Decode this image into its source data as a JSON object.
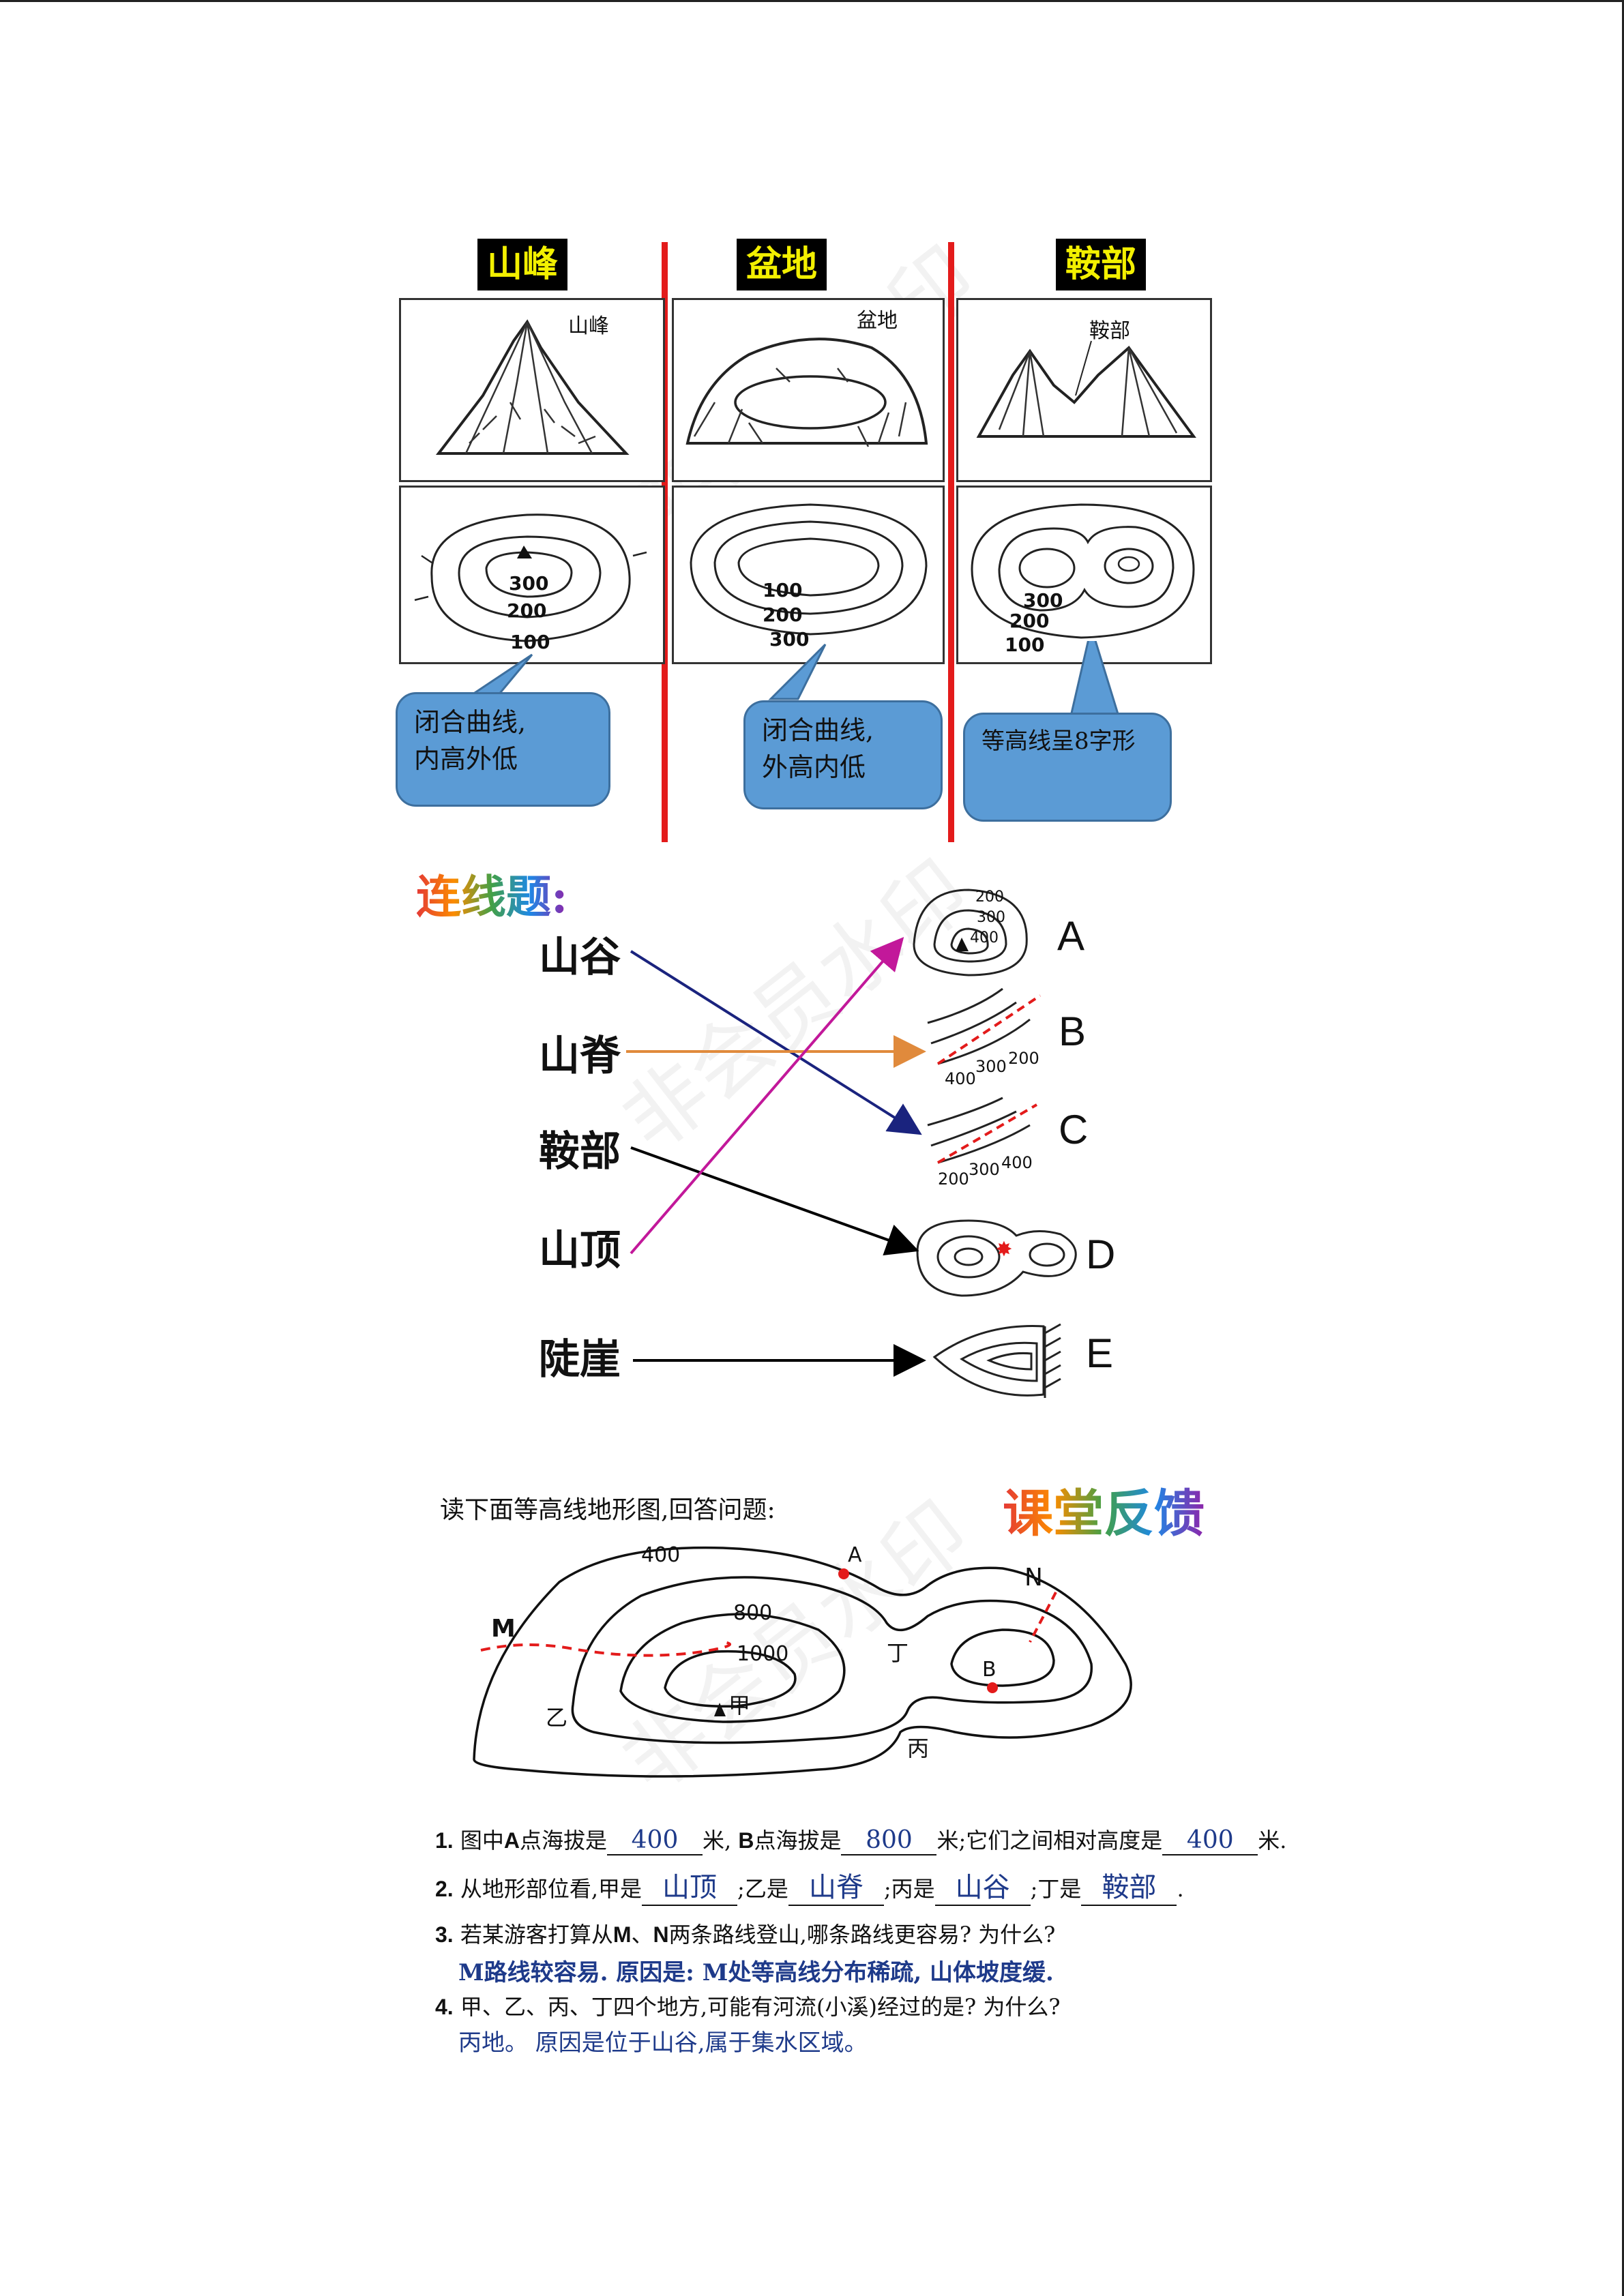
{
  "landforms": {
    "peak": {
      "tag": "山峰",
      "sketch_label": "山峰",
      "contours": [
        "300",
        "200",
        "100"
      ],
      "callout": [
        "闭合曲线,",
        "内高外低"
      ]
    },
    "basin": {
      "tag": "盆地",
      "sketch_label": "盆地",
      "contours": [
        "100",
        "200",
        "300"
      ],
      "callout": [
        "闭合曲线,",
        "外高内低"
      ]
    },
    "saddle": {
      "tag": "鞍部",
      "sketch_label": "鞍部",
      "contours": [
        "300",
        "200",
        "100"
      ],
      "callout": [
        "等高线呈8字形"
      ]
    }
  },
  "matching": {
    "title": "连线题:",
    "terms": [
      "山谷",
      "山脊",
      "鞍部",
      "山顶",
      "陡崖"
    ],
    "letters": [
      "A",
      "B",
      "C",
      "D",
      "E"
    ],
    "figA_labels": [
      "200",
      "300",
      "400"
    ],
    "figB_labels": [
      "400",
      "300",
      "200"
    ],
    "figC_labels": [
      "200",
      "300",
      "400"
    ],
    "colors": {
      "valley": "#1a237e",
      "ridge": "#e08a3c",
      "saddle": "#000000",
      "summit": "#c2189a",
      "cliff": "#000000"
    }
  },
  "feedback": {
    "intro": "读下面等高线地形图,回答问题:",
    "title": "课堂反馈",
    "map_labels": {
      "c400": "400",
      "c800": "800",
      "c1000": "1000",
      "A": "A",
      "B": "B",
      "M": "M",
      "N": "N",
      "jia": "甲",
      "yi": "乙",
      "bing": "丙",
      "ding": "丁"
    },
    "q1": {
      "num": "1.",
      "a": "图中",
      "b": "A",
      "c": "点海拔是",
      "ans1": "400",
      "d": "米,",
      "e": "B",
      "f": "点海拔是",
      "ans2": "800",
      "g": "米;它们之间相对高度是",
      "ans3": "400",
      "h": "米."
    },
    "q2": {
      "num": "2.",
      "a": "从地形部位看,甲是",
      "ans1": "山顶",
      "b": ";乙是",
      "ans2": "山脊",
      "c": ";丙是",
      "ans3": "山谷",
      "d": ";丁是",
      "ans4": "鞍部",
      "e": "."
    },
    "q3": {
      "num": "3.",
      "text_a": "若某游客打算从",
      "m": "M",
      "sep": "、",
      "n": "N",
      "text_b": "两条路线登山,哪条路线更容易? 为什么?",
      "answer": "M路线较容易. 原因是: M处等高线分布稀疏, 山体坡度缓."
    },
    "q4": {
      "num": "4.",
      "text": "甲、乙、丙、丁四个地方,可能有河流(小溪)经过的是? 为什么?",
      "answer": "丙地。 原因是位于山谷,属于集水区域。"
    }
  },
  "watermark": "非会员水印"
}
